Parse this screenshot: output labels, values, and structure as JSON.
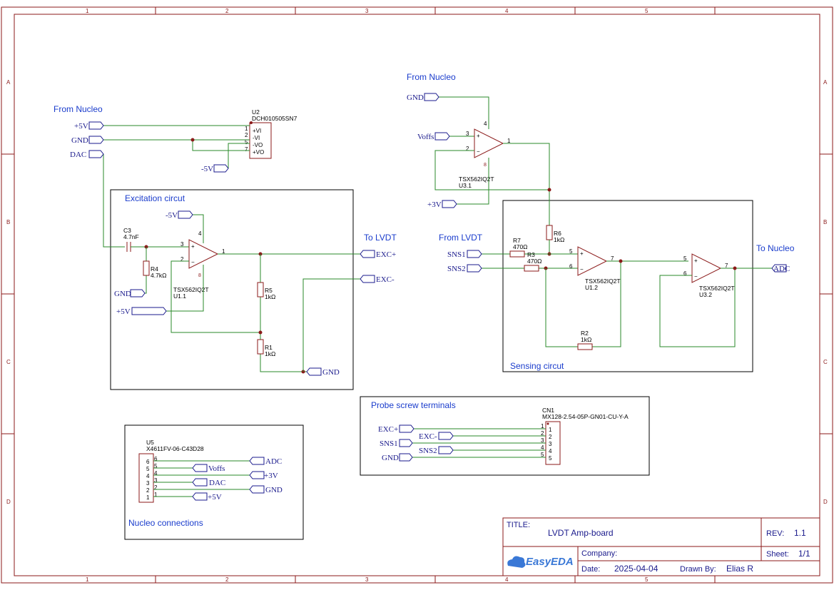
{
  "zones": {
    "cols": [
      "1",
      "2",
      "3",
      "4",
      "5"
    ],
    "rows": [
      "A",
      "B",
      "C",
      "D"
    ]
  },
  "sections": {
    "from_nucleo_top": "From Nucleo",
    "from_nucleo_left": "From Nucleo",
    "excitation": "Excitation circut",
    "to_lvdt": "To LVDT",
    "from_lvdt": "From LVDT",
    "to_nucleo": "To Nucleo",
    "sensing": "Sensing circut",
    "probe": "Probe screw terminals",
    "nucleo_conn": "Nucleo connections"
  },
  "nets": {
    "p5v": "+5V",
    "gnd": "GND",
    "dac": "DAC",
    "n5v": "-5V",
    "voffs": "Voffs",
    "p3v": "+3V",
    "excp": "EXC+",
    "excm": "EXC-",
    "sns1": "SNS1",
    "sns2": "SNS2",
    "adc": "ADC"
  },
  "components": {
    "u2": {
      "ref": "U2",
      "part": "DCH010505SN7",
      "pins": [
        "+VI",
        "-VI",
        "-VO",
        "+VO"
      ],
      "nums": [
        "1",
        "2",
        "5",
        "7"
      ]
    },
    "c3": {
      "ref": "C3",
      "val": "4.7nF"
    },
    "r4": {
      "ref": "R4",
      "val": "4.7kΩ"
    },
    "r5": {
      "ref": "R5",
      "val": "1kΩ"
    },
    "r1": {
      "ref": "R1",
      "val": "1kΩ"
    },
    "r6": {
      "ref": "R6",
      "val": "1kΩ"
    },
    "r7": {
      "ref": "R7",
      "val": "470Ω"
    },
    "r3": {
      "ref": "R3",
      "val": "470Ω"
    },
    "r2": {
      "ref": "R2",
      "val": "1kΩ"
    },
    "u11": {
      "ref": "U1.1",
      "part": "TSX562IQ2T"
    },
    "u12": {
      "ref": "U1.2",
      "part": "TSX562IQ2T"
    },
    "u31": {
      "ref": "U3.1",
      "part": "TSX562IQ2T"
    },
    "u32": {
      "ref": "U3.2",
      "part": "TSX562IQ2T"
    },
    "cn1": {
      "ref": "CN1",
      "part": "MX128-2.54-05P-GN01-CU-Y-A"
    },
    "u5": {
      "ref": "U5",
      "part": "X4611FV-06-C43D28"
    }
  },
  "title_block": {
    "title_label": "TITLE:",
    "title": "LVDT Amp-board",
    "rev_label": "REV:",
    "rev": "1.1",
    "company_label": "Company:",
    "sheet_label": "Sheet:",
    "sheet": "1/1",
    "date_label": "Date:",
    "date": "2025-04-04",
    "drawn_label": "Drawn By:",
    "drawn": "Elias R",
    "logo": "EasyEDA"
  }
}
